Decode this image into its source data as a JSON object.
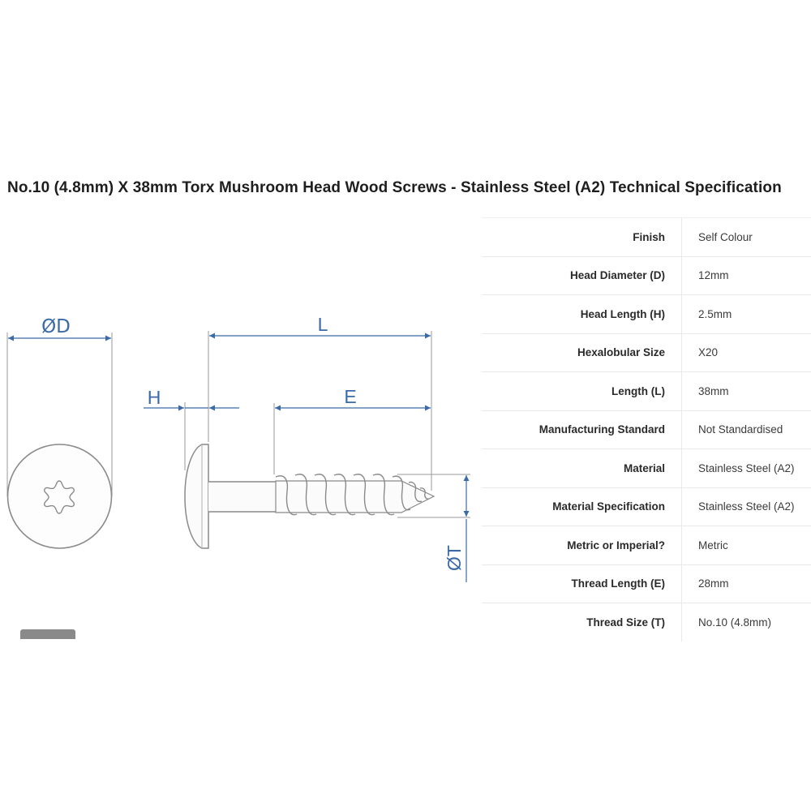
{
  "title": "No.10 (4.8mm) X 38mm Torx Mushroom Head Wood Screws - Stainless Steel (A2) Technical Specification",
  "drawing": {
    "labels": {
      "diameter": "ØD",
      "length": "L",
      "head_length": "H",
      "thread_length": "E",
      "thread_size": "ØT"
    },
    "colors": {
      "dimension_line": "#3a6aa8",
      "outline": "#8a8a8a"
    }
  },
  "specs": [
    {
      "label": "Finish",
      "value": "Self Colour"
    },
    {
      "label": "Head Diameter (D)",
      "value": "12mm"
    },
    {
      "label": "Head Length (H)",
      "value": "2.5mm"
    },
    {
      "label": "Hexalobular Size",
      "value": "X20"
    },
    {
      "label": "Length (L)",
      "value": "38mm"
    },
    {
      "label": "Manufacturing Standard",
      "value": "Not Standardised"
    },
    {
      "label": "Material",
      "value": "Stainless Steel (A2)"
    },
    {
      "label": "Material Specification",
      "value": "Stainless Steel (A2)"
    },
    {
      "label": "Metric or Imperial?",
      "value": "Metric"
    },
    {
      "label": "Thread Length (E)",
      "value": "28mm"
    },
    {
      "label": "Thread Size (T)",
      "value": "No.10 (4.8mm)"
    }
  ]
}
